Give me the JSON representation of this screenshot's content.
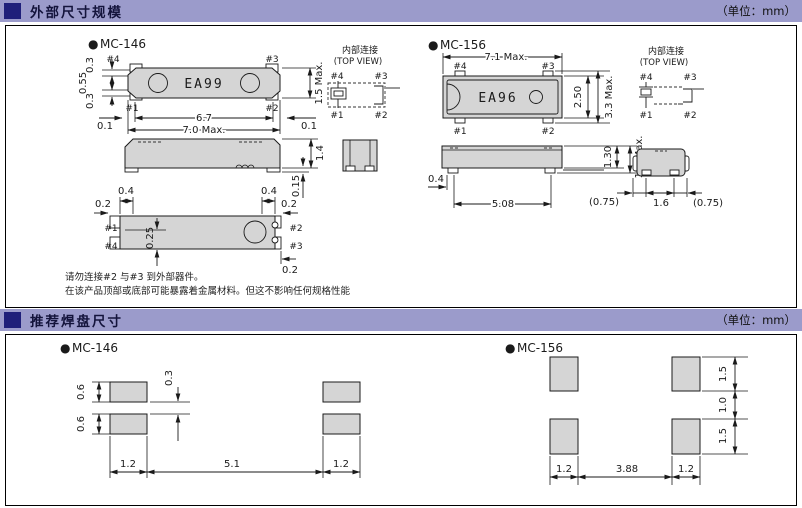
{
  "colors": {
    "header_bg": "#9b9bcb",
    "header_square": "#1f1f7a",
    "body_fill": "#d5d5d5"
  },
  "bullet": "●",
  "headers": {
    "outline": {
      "title": "外部尺寸规模",
      "unit": "（单位：mm）"
    },
    "land": {
      "title": "推荐焊盘尺寸",
      "unit": "（单位：mm）"
    }
  },
  "internal_connection": {
    "title": "内部连接",
    "subtitle": "(TOP VIEW)"
  },
  "pins": {
    "p1": "#1",
    "p2": "#2",
    "p3": "#3",
    "p4": "#4"
  },
  "mc146": {
    "label": "MC-146",
    "marking": "EA99",
    "top": {
      "d03a": "0.3",
      "d055": "0.55",
      "d03b": "0.3",
      "d67": "6.7",
      "d70": "7.0 Max.",
      "d01l": "0.1",
      "d01r": "0.1",
      "d15": "1.5 Max."
    },
    "side": {
      "d14": "1.4",
      "d015": "0.15"
    },
    "bottom": {
      "d04l": "0.4",
      "d04r": "0.4",
      "d02l": "0.2",
      "d02r": "0.2",
      "d025": "0.25",
      "d02b": "0.2"
    },
    "notes": [
      "请勿连接#2 与#3 到外部器件。",
      "在该产品顶部或底部可能暴露着金属材料。但这不影响任何规格性能"
    ]
  },
  "mc156": {
    "label": "MC-156",
    "marking": "EA96",
    "top": {
      "d71": "7.1 Max.",
      "d250": "2.50",
      "d33": "3.3 Max."
    },
    "side": {
      "d04": "0.4",
      "d508": "5.08",
      "d130": "1.30",
      "d15": "1.5 Max."
    },
    "end": {
      "d075l": "(0.75)",
      "d16": "1.6",
      "d075r": "(0.75)"
    }
  },
  "land146": {
    "label": "MC-146",
    "d06t": "0.6",
    "d06b": "0.6",
    "d03": "0.3",
    "d12l": "1.2",
    "d51": "5.1",
    "d12r": "1.2"
  },
  "land156": {
    "label": "MC-156",
    "d15t": "1.5",
    "d10": "1.0",
    "d15b": "1.5",
    "d12l": "1.2",
    "d388": "3.88",
    "d12r": "1.2"
  }
}
